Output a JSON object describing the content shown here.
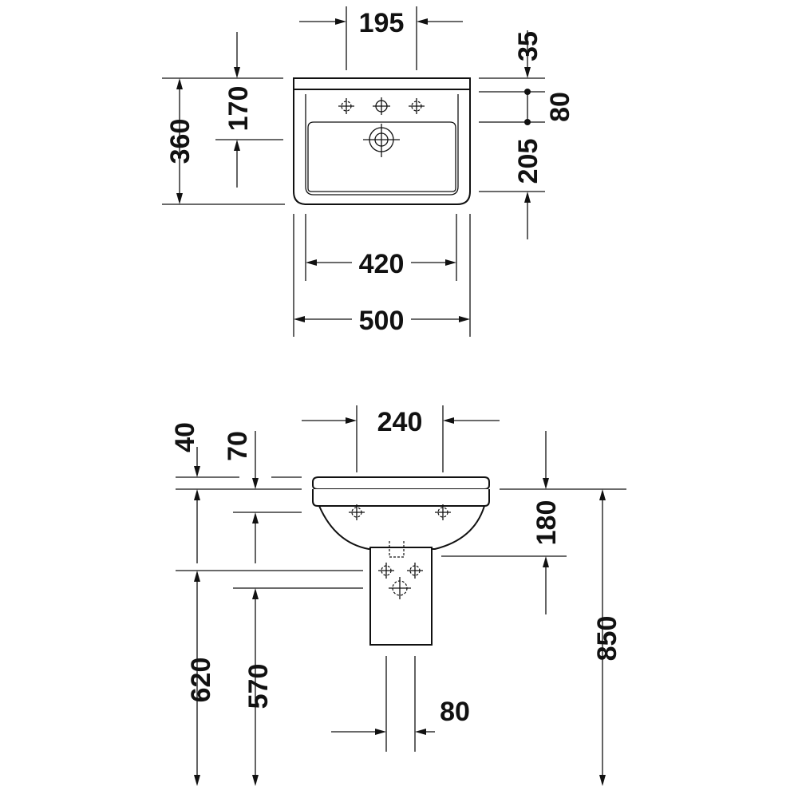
{
  "top_view": {
    "dim_faucet_spacing": "195",
    "dim_rim_to_holes": "35",
    "dim_holes_to_bowl": "80",
    "dim_back_to_drain": "170",
    "dim_depth_total": "360",
    "dim_drain_to_front": "205",
    "dim_inner_width": "420",
    "dim_overall_width": "500"
  },
  "side_view": {
    "dim_bracket_spacing": "240",
    "dim_rim_thickness": "40",
    "dim_rim_to_hole": "70",
    "dim_bowl_height": "180",
    "dim_floor_to_hole": "620",
    "dim_floor_to_waste": "570",
    "dim_floor_to_rim": "850",
    "dim_pedestal_width": "80"
  }
}
